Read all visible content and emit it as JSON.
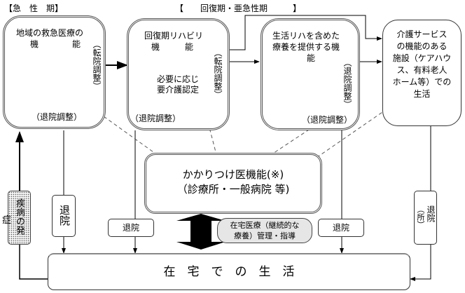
{
  "phases": {
    "acute": "【急　性　期】",
    "recovery": "【　　回復期・亜急性期　　　】"
  },
  "boxes": {
    "acute_care": {
      "title_line1": "地域の救急医療の",
      "title_line2": "機　　　　能",
      "side_label": "（転院調整）",
      "bottom_label": "（退院調整）"
    },
    "recovery_rehab": {
      "title_line1": "回復期リハビリ",
      "title_line2": "機　　　能",
      "note_line1": "必要に応じ",
      "note_line2": "要介護認定",
      "side_label": "（転院調整）",
      "bottom_label": "（退院調整）"
    },
    "living_rehab": {
      "title_line1": "生活リハを含めた",
      "title_line2": "療養を提供する機",
      "title_line3": "能",
      "side_label": "（退院調整）",
      "bottom_label": "（退院調整）"
    },
    "care_facility": {
      "lines": [
        "介護サービス",
        "の機能のある",
        "施設（ケアハウ",
        "ス、有料老人",
        "ホーム等）での",
        "生活"
      ]
    },
    "family_doctor": {
      "line1": "かかりつけ医機能(※)",
      "line2": "（診療所・一般病院 等)"
    },
    "home_care": {
      "line1": "在宅医療（継続的な",
      "line2": "療養）管理・指導"
    },
    "home_life": {
      "label": "在　宅　で　の　生　活"
    }
  },
  "small_boxes": {
    "onset": "疾病の発",
    "onset_overflow": "症",
    "discharge_1": "退院",
    "discharge_2": "退院",
    "discharge_3": "退院",
    "discharge_4": "退院",
    "discharge_4_side": "（所）"
  },
  "colors": {
    "border": "#555555",
    "dashed_arrow": "#777777",
    "callout_fill": "#e6e6e6",
    "bold_arrow": "#000000"
  }
}
